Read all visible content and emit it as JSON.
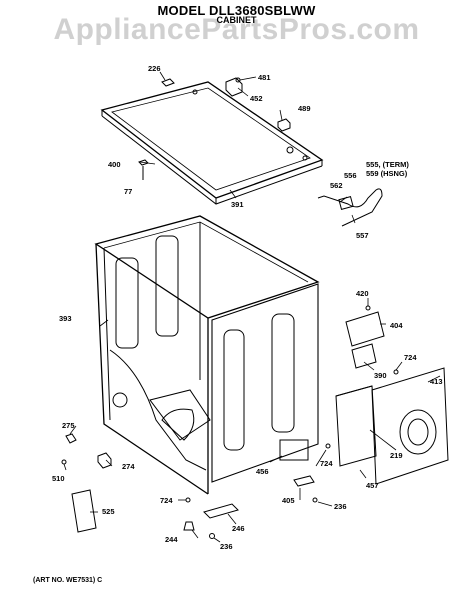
{
  "header": {
    "title": "MODEL DLL3680SBLWW",
    "subtitle": "CABINET"
  },
  "watermark": "AppliancePartsPros.com",
  "footer": "(ART NO. WE7531) C",
  "parts": {
    "p226": "226",
    "p481": "481",
    "p452": "452",
    "p489": "489",
    "p400": "400",
    "p77": "77",
    "p391": "391",
    "p555": "555, (TERM)",
    "p559": "559 (HSNG)",
    "p556": "556",
    "p562": "562",
    "p557": "557",
    "p420": "420",
    "p404": "404",
    "p393": "393",
    "p724a": "724",
    "p390": "390",
    "p413": "413",
    "p275": "275",
    "p274": "274",
    "p510": "510",
    "p456": "456",
    "p724b": "724",
    "p219": "219",
    "p457": "457",
    "p724c": "724",
    "p246": "246",
    "p405": "405",
    "p236a": "236",
    "p525": "525",
    "p244": "244",
    "p236b": "236"
  }
}
